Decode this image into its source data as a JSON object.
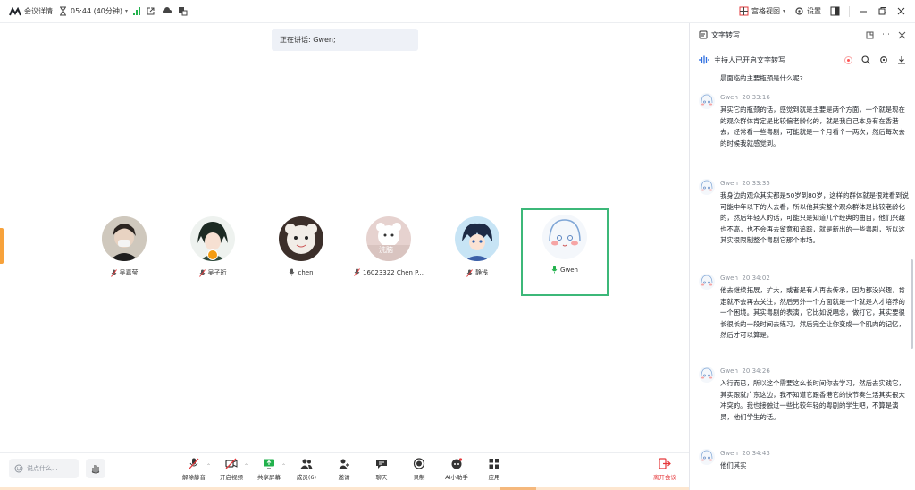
{
  "topbar": {
    "meeting_info": "会议详情",
    "timer": "05:44 (40分钟)",
    "grid_view": "宫格视图",
    "settings": "设置"
  },
  "stage": {
    "speaking": "正在讲话: Gwen;",
    "participants": [
      {
        "name": "吴嘉莹",
        "muted": true
      },
      {
        "name": "吴子珩",
        "muted": true
      },
      {
        "name": "chen",
        "muted": false
      },
      {
        "name": "16023322 Chen P...",
        "muted": true
      },
      {
        "name": "静浅",
        "muted": true
      },
      {
        "name": "Gwen",
        "muted": false,
        "speaking": true
      }
    ],
    "avatar_overlay_text": "洗脑"
  },
  "toolbar": {
    "chat_placeholder": "说点什么...",
    "tools": [
      {
        "label": "解除静音",
        "icon": "mic-muted-icon",
        "caret": true
      },
      {
        "label": "开启视频",
        "icon": "video-off-icon",
        "caret": true
      },
      {
        "label": "共享屏幕",
        "icon": "share-screen-icon",
        "caret": true
      },
      {
        "label": "成员(6)",
        "icon": "members-icon",
        "caret": false
      },
      {
        "label": "邀请",
        "icon": "invite-icon",
        "caret": false
      },
      {
        "label": "聊天",
        "icon": "chat-icon",
        "caret": false
      },
      {
        "label": "录制",
        "icon": "record-icon",
        "caret": false
      },
      {
        "label": "AI小助手",
        "icon": "ai-assistant-icon",
        "caret": false
      },
      {
        "label": "应用",
        "icon": "apps-icon",
        "caret": false
      }
    ],
    "leave": "离开会议"
  },
  "panel": {
    "title": "文字转写",
    "status": "主持人已开启文字转写",
    "clipped_line": "晨面临的主要瓶颈是什么呢?",
    "entries": [
      {
        "speaker": "Gwen",
        "time": "20:33:16",
        "text": "其实它的瓶颈的话，感觉到就是主要是两个方面，一个就是现在的观众群体肯定是比较偏老龄化的，就是我自己本身有在香港去，经常看一些粤剧，可能就是一个月看个一两次，然后每次去的时候我就感觉到。"
      },
      {
        "speaker": "Gwen",
        "time": "20:33:35",
        "text": "我身边的观众其实都是50岁到80岁，这样的群体就是很难看到说可能中年以下的人去看，所以他其实整个观众群体是比较老龄化的，然后年轻人的话，可能只是知道几个经典的曲目，他们兴趣也不高，也不会再去留意和追踪，就是新出的一些粤剧，所以这其实很限制整个粤剧它那个市场。"
      },
      {
        "speaker": "Gwen",
        "time": "20:34:02",
        "text": "他去继续拓展，扩大，或者是有人再去传承，因为都没兴趣，肯定就不会再去关注，然后另外一个方面就是一个就是人才培养的一个困境。其实粤剧的表演，它比如说唱念，做打它，其实要很长很长的一段时间去练习，然后完全让你变成一个肌肉的记忆，然后才可以算是。"
      },
      {
        "speaker": "Gwen",
        "time": "20:34:26",
        "text": "入行而已，所以这个需要这么长时间你去学习，然后去实践它，其实跟就广东这边，我不知道它跟香港它的快节奏生活其实很大冲突的。我也接触过一些比较年轻的粤剧的学生吧，不算是演员，他们学生的话。"
      },
      {
        "speaker": "Gwen",
        "time": "20:34:43",
        "text": "他们其实"
      }
    ]
  }
}
